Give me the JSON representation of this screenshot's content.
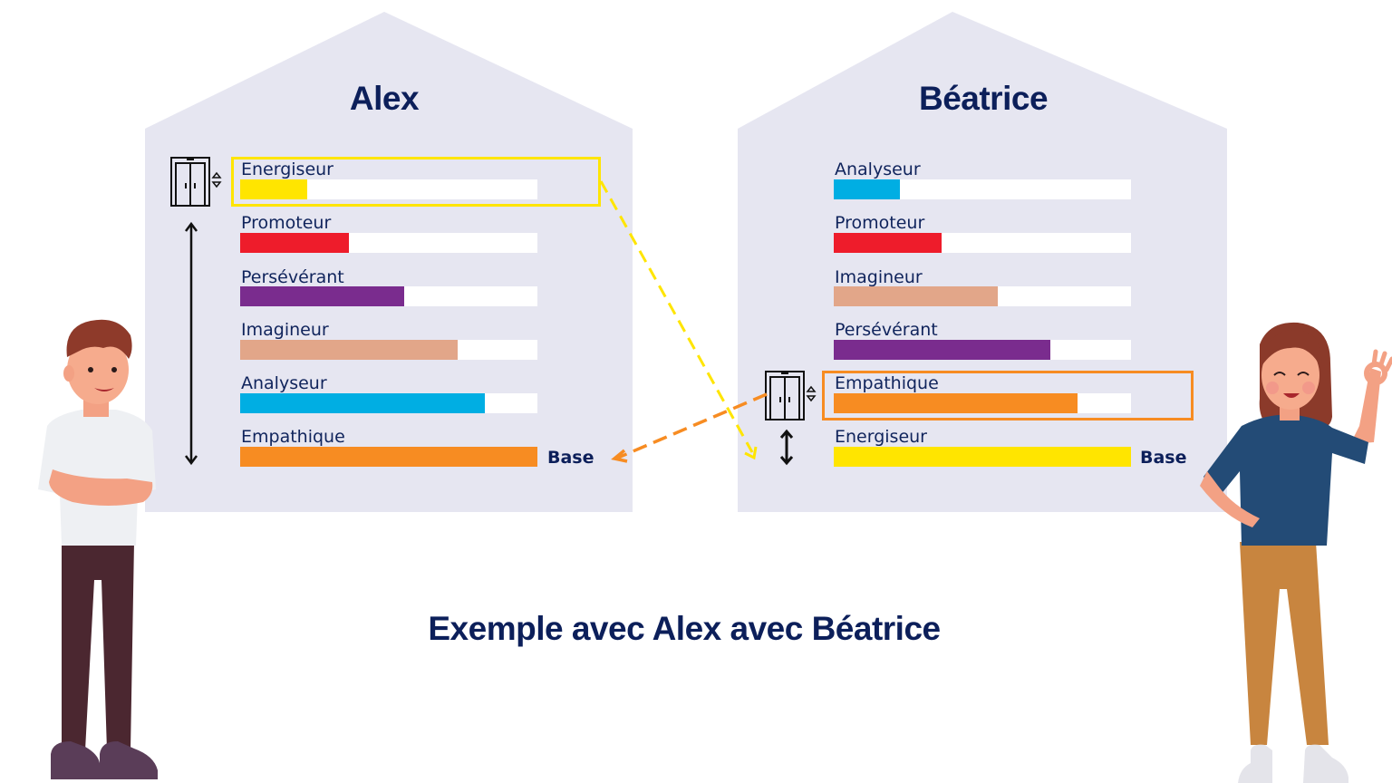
{
  "caption": "Exemple avec Alex avec Béatrice",
  "base_label": "Base",
  "colors": {
    "house_bg": "#e6e6f1",
    "title": "#0c1f5a",
    "energiseur": "#ffe500",
    "promoteur": "#ee1c2b",
    "perseverant": "#7a2c8e",
    "imagineur": "#e2a689",
    "analyseur": "#00aee3",
    "empathique": "#f78c22"
  },
  "houses": [
    {
      "name": "Alex",
      "floors": [
        {
          "label": "Energiseur",
          "value": 23,
          "color": "#ffe500",
          "phase": true
        },
        {
          "label": "Promoteur",
          "value": 37,
          "color": "#ee1c2b"
        },
        {
          "label": "Persévérant",
          "value": 55,
          "color": "#7a2c8e"
        },
        {
          "label": "Imagineur",
          "value": 73,
          "color": "#e2a689"
        },
        {
          "label": "Analyseur",
          "value": 82,
          "color": "#00aee3"
        },
        {
          "label": "Empathique",
          "value": 100,
          "color": "#f78c22",
          "base": true
        }
      ]
    },
    {
      "name": "Béatrice",
      "floors": [
        {
          "label": "Analyseur",
          "value": 22,
          "color": "#00aee3"
        },
        {
          "label": "Promoteur",
          "value": 36,
          "color": "#ee1c2b"
        },
        {
          "label": "Imagineur",
          "value": 55,
          "color": "#e2a689"
        },
        {
          "label": "Persévérant",
          "value": 73,
          "color": "#7a2c8e"
        },
        {
          "label": "Empathique",
          "value": 82,
          "color": "#f78c22",
          "phase": true
        },
        {
          "label": "Energiseur",
          "value": 100,
          "color": "#ffe500",
          "base": true
        }
      ]
    }
  ],
  "icons": {
    "elevator": "elevator-icon",
    "updown": "up-down-arrow-icon"
  },
  "chart_data": [
    {
      "type": "bar",
      "title": "Alex",
      "categories": [
        "Energiseur",
        "Promoteur",
        "Persévérant",
        "Imagineur",
        "Analyseur",
        "Empathique"
      ],
      "values": [
        23,
        37,
        55,
        73,
        82,
        100
      ],
      "annotations": [
        "Base: Empathique",
        "Phase (elevator): Energiseur"
      ],
      "orientation": "horizontal",
      "ylim": [
        0,
        100
      ]
    },
    {
      "type": "bar",
      "title": "Béatrice",
      "categories": [
        "Analyseur",
        "Promoteur",
        "Imagineur",
        "Persévérant",
        "Empathique",
        "Energiseur"
      ],
      "values": [
        22,
        36,
        55,
        73,
        82,
        100
      ],
      "annotations": [
        "Base: Energiseur",
        "Phase (elevator): Empathique"
      ],
      "orientation": "horizontal",
      "ylim": [
        0,
        100
      ]
    }
  ]
}
